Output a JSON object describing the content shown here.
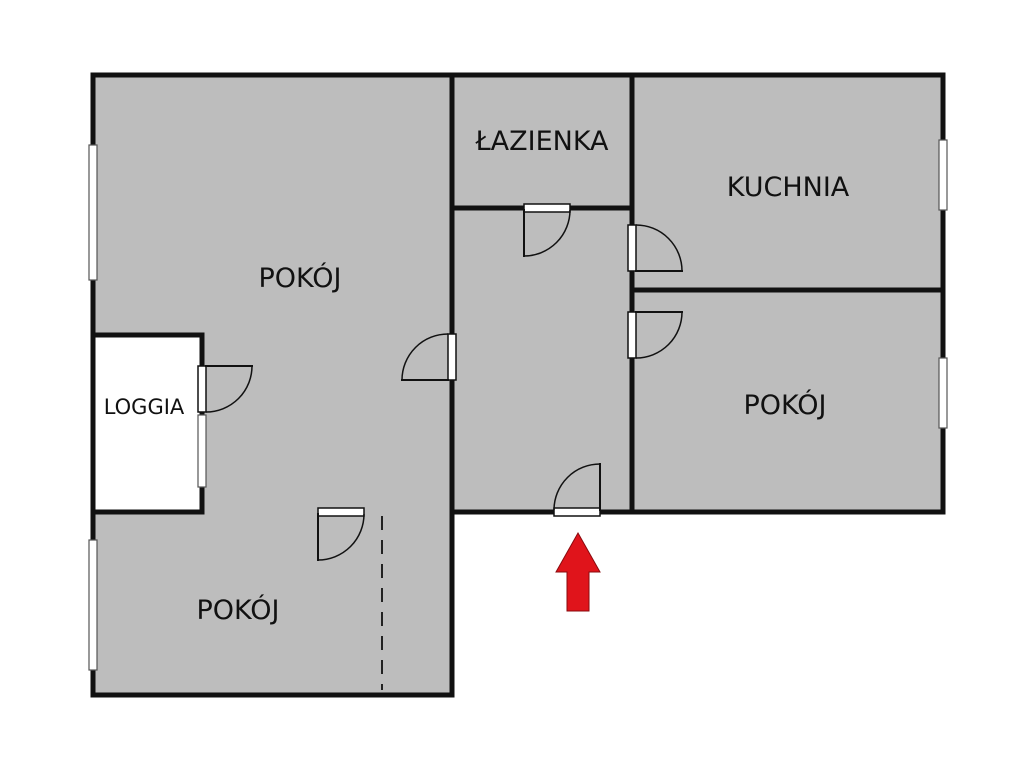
{
  "rooms": {
    "pokoj_main": "POKÓJ",
    "lazienka": "ŁAZIENKA",
    "kuchnia": "KUCHNIA",
    "pokoj_right": "POKÓJ",
    "loggia": "LOGGIA",
    "pokoj_bottom": "POKÓJ"
  },
  "colors": {
    "room_fill": "#bdbdbd",
    "wall": "#111111",
    "entrance_arrow": "#e0141b"
  },
  "icons": {
    "entrance": "red-up-arrow"
  }
}
